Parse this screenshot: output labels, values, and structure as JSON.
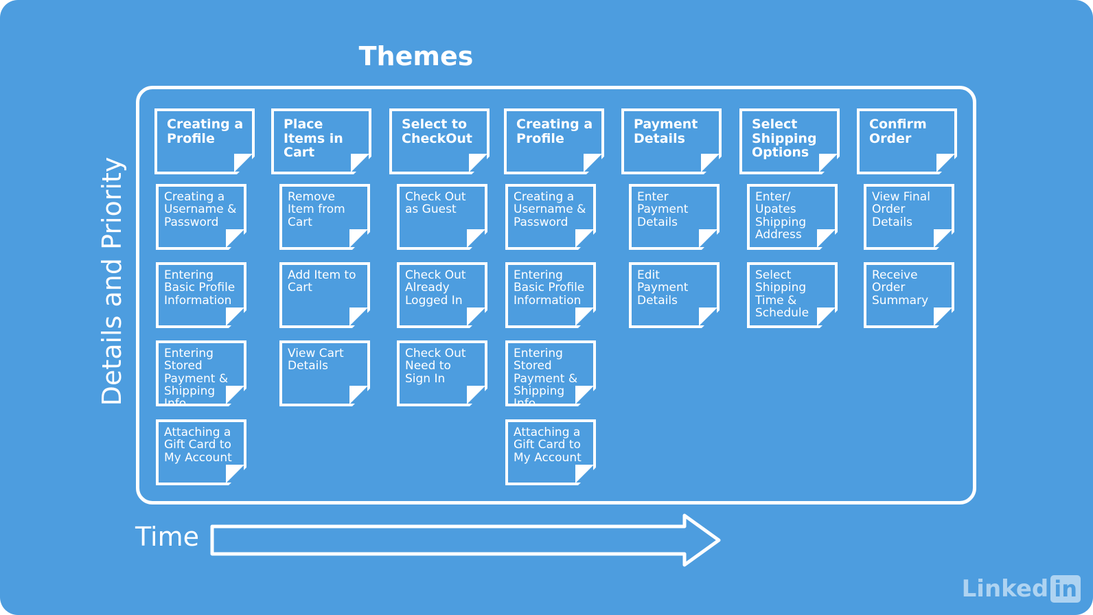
{
  "title": "Themes",
  "y_axis_label": "Details and Priority",
  "x_axis_label": "Time",
  "logo": {
    "text": "Linked",
    "box": "in"
  },
  "colors": {
    "background": "#4d9ddf",
    "foreground": "#ffffff"
  },
  "columns": [
    {
      "header": "Creating a Profile",
      "items": [
        "Creating a Username & Password",
        "Entering Basic Profile Information",
        "Entering Stored Payment & Shipping Info",
        "Attaching a Gift Card to My Account"
      ]
    },
    {
      "header": "Place Items in Cart",
      "items": [
        "Remove Item from Cart",
        "Add Item to Cart",
        "View Cart Details"
      ]
    },
    {
      "header": "Select to CheckOut",
      "items": [
        "Check Out as Guest",
        "Check Out Already Logged In",
        "Check Out Need to Sign In"
      ]
    },
    {
      "header": "Creating a Profile",
      "items": [
        "Creating a Username & Password",
        "Entering Basic Profile Information",
        "Entering Stored Payment & Shipping Info",
        "Attaching a Gift Card to My Account"
      ]
    },
    {
      "header": "Payment Details",
      "items": [
        "Enter Payment Details",
        "Edit Payment Details"
      ]
    },
    {
      "header": "Select Shipping Options",
      "items": [
        "Enter/ Upates Shipping Address",
        "Select Shipping Time & Schedule"
      ]
    },
    {
      "header": "Confirm Order",
      "items": [
        "View Final Order Details",
        "Receive Order Summary"
      ]
    }
  ]
}
